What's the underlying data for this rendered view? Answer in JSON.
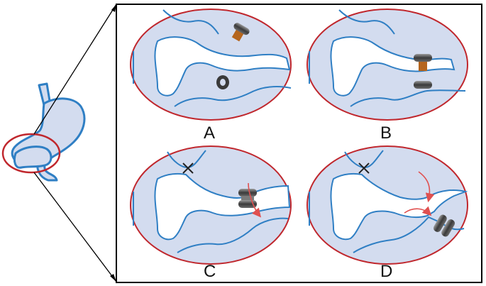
{
  "panels": [
    {
      "id": "A",
      "label": "A"
    },
    {
      "id": "B",
      "label": "B"
    },
    {
      "id": "C",
      "label": "C"
    },
    {
      "id": "D",
      "label": "D"
    }
  ],
  "colors": {
    "stomach_outline": "#2f7fc4",
    "tissue_fill": "#d3dcef",
    "ellipse_outline": "#c0272d",
    "magnet_dark": "#3a3a3a",
    "magnet_light": "#8a8a8a",
    "magnet_orange": "#b5651d",
    "flow_arrow": "#e05050",
    "frame": "#000000"
  }
}
